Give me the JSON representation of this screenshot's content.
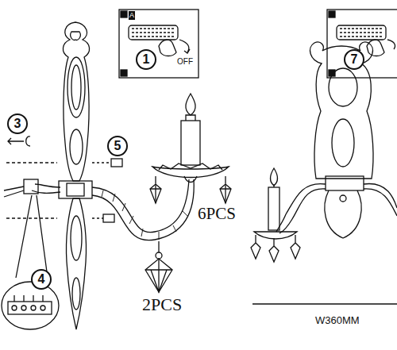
{
  "diagram": {
    "nodes": [
      {
        "text": [
          "1"
        ]
      },
      {
        "text": [
          "7"
        ]
      },
      {
        "text": [
          "3"
        ]
      },
      {
        "text": [
          "5"
        ]
      },
      {
        "text": [
          "4"
        ]
      }
    ],
    "labels": [
      "A",
      "OFF",
      "6PCS",
      "2PCS",
      "W360MM"
    ]
  }
}
